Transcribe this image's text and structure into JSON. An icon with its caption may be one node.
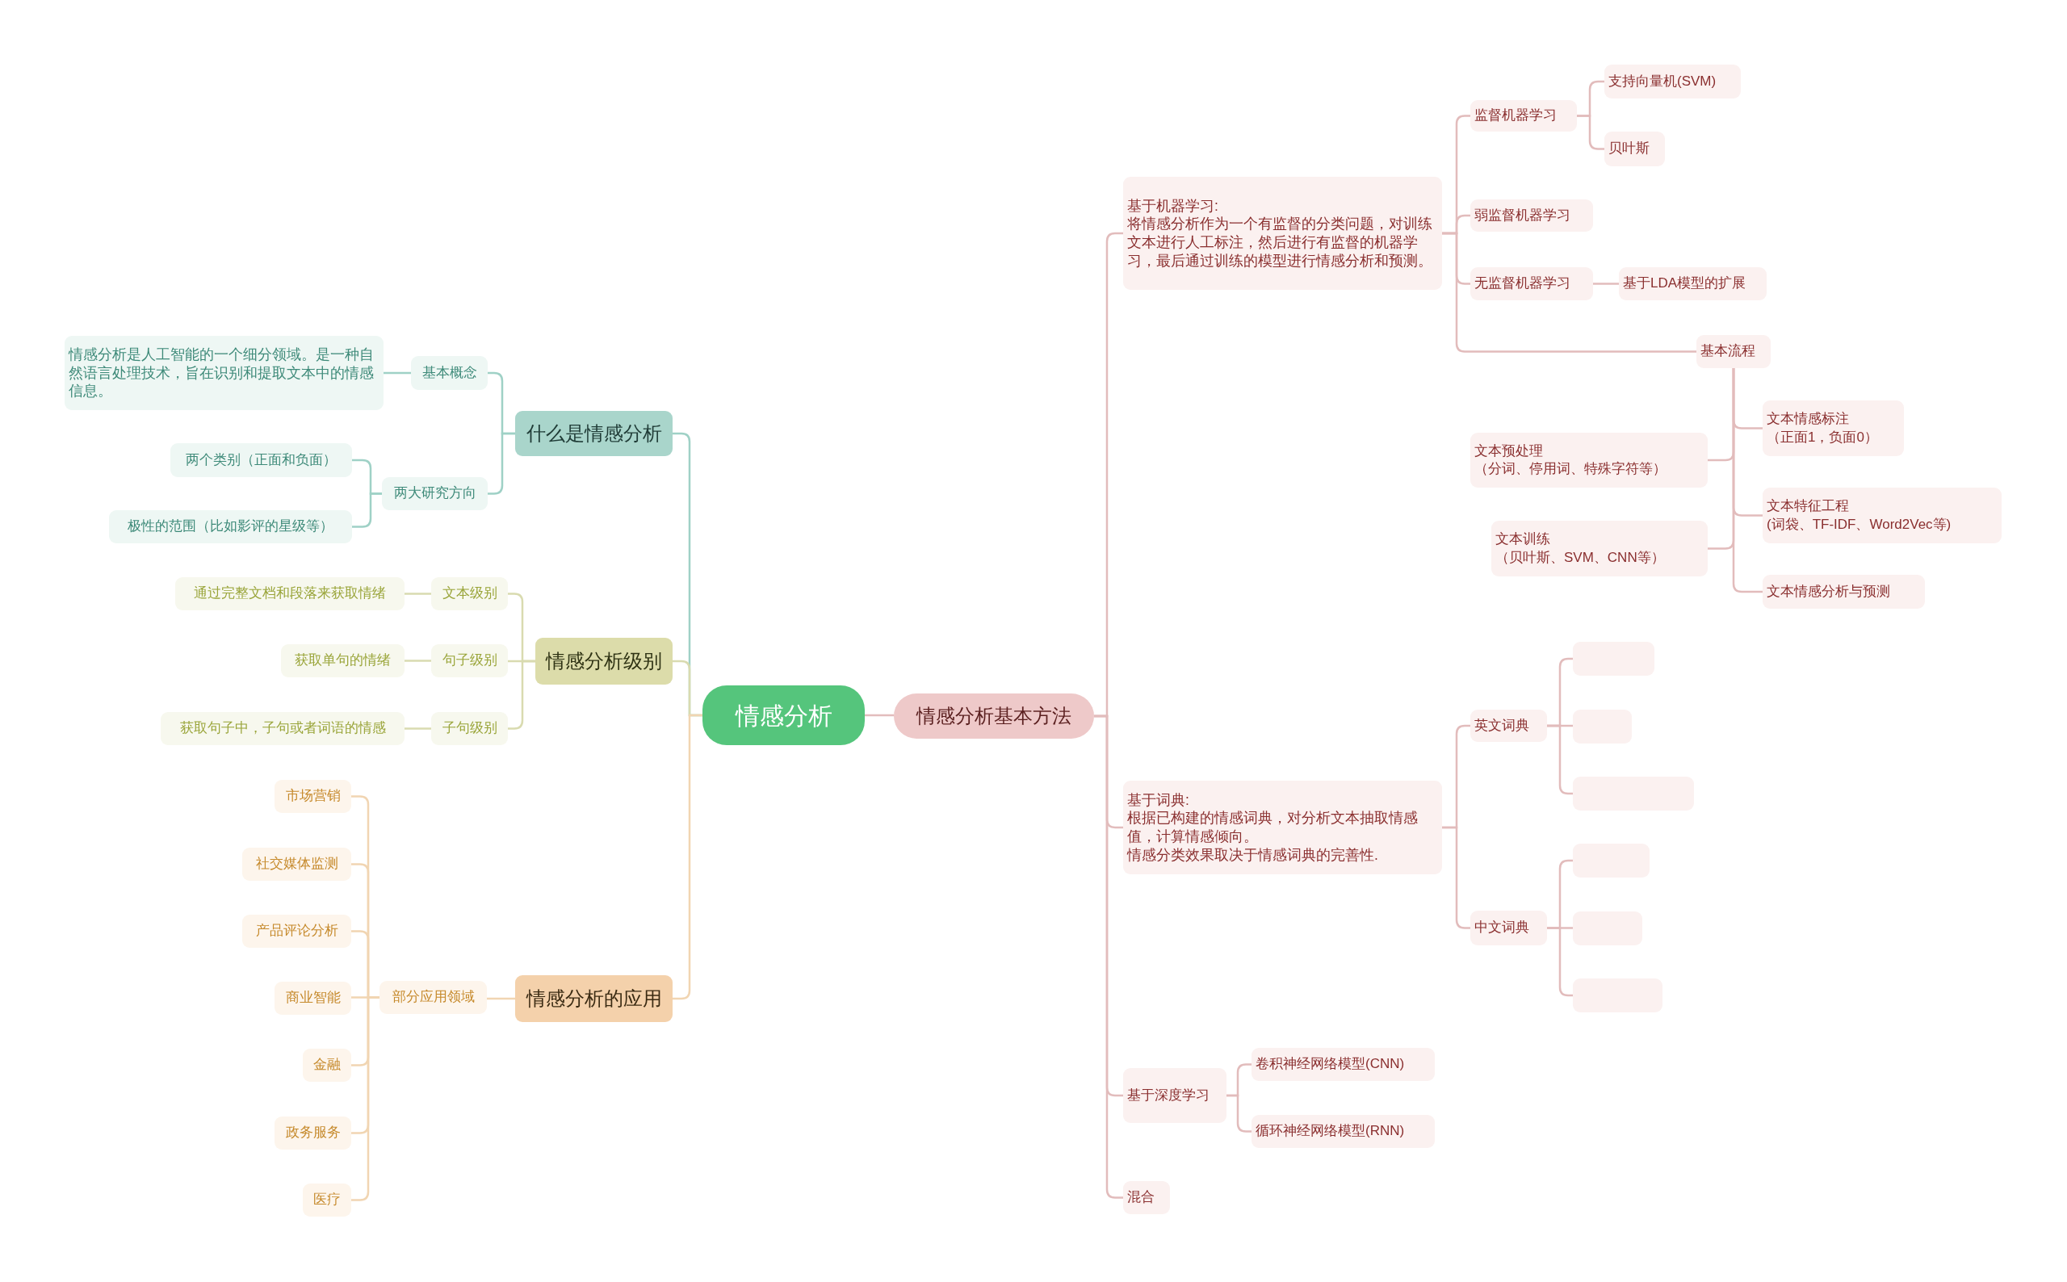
{
  "diagram": {
    "nodes": [
      {
        "text": [
          "情感分析"
        ]
      },
      {
        "text": [
          "什么是情感分析"
        ]
      },
      {
        "text": [
          "基本概念"
        ]
      },
      {
        "text": [
          "情感分析是人工智能的一个细分领域。是一种自然语言处理技术，旨在识别和提取文本中的情感信息。"
        ]
      },
      {
        "text": [
          "两大研究方向"
        ]
      },
      {
        "text": [
          "两个类别（正面和负面）"
        ]
      },
      {
        "text": [
          "极性的范围（比如影评的星级等）"
        ]
      },
      {
        "text": [
          "情感分析级别"
        ]
      },
      {
        "text": [
          "文本级别"
        ]
      },
      {
        "text": [
          "通过完整文档和段落来获取情绪"
        ]
      },
      {
        "text": [
          "句子级别"
        ]
      },
      {
        "text": [
          "获取单句的情绪"
        ]
      },
      {
        "text": [
          "子句级别"
        ]
      },
      {
        "text": [
          "获取句子中，子句或者词语的情感"
        ]
      },
      {
        "text": [
          "情感分析的应用"
        ]
      },
      {
        "text": [
          "部分应用领域"
        ]
      },
      {
        "text": [
          "市场营销"
        ]
      },
      {
        "text": [
          "社交媒体监测"
        ]
      },
      {
        "text": [
          "产品评论分析"
        ]
      },
      {
        "text": [
          "商业智能"
        ]
      },
      {
        "text": [
          "金融"
        ]
      },
      {
        "text": [
          "政务服务"
        ]
      },
      {
        "text": [
          "医疗"
        ]
      },
      {
        "text": [
          "情感分析基本方法"
        ]
      },
      {
        "text": [
          "基于机器学习:",
          "将情感分析作为一个有监督的分类问题，对训练文本进行人工标注，然后进行有监督的机器学习，最后通过训练的模型进行情感分析和预测。"
        ]
      },
      {
        "text": [
          "监督机器学习"
        ]
      },
      {
        "text": [
          "支持向量机(SVM)"
        ]
      },
      {
        "text": [
          "贝叶斯"
        ]
      },
      {
        "text": [
          "弱监督机器学习"
        ]
      },
      {
        "text": [
          "无监督机器学习"
        ]
      },
      {
        "text": [
          "基于LDA模型的扩展"
        ]
      },
      {
        "text": [
          "基本流程"
        ]
      },
      {
        "text": [
          "文本预处理",
          "（分词、停用词、特殊字符等）"
        ]
      },
      {
        "text": [
          "文本训练",
          "（贝叶斯、SVM、CNN等）"
        ]
      },
      {
        "text": [
          "文本情感标注",
          "（正面1，负面0）"
        ]
      },
      {
        "text": [
          "文本特征工程",
          "(词袋、TF-IDF、Word2Vec等)"
        ]
      },
      {
        "text": [
          "文本情感分析与预测"
        ]
      },
      {
        "text": [
          "基于词典:",
          "根据已构建的情感词典，对分析文本抽取情感值，计算情感倾向。",
          "情感分类效果取决于情感词典的完善性."
        ]
      },
      {
        "text": [
          "英文词典"
        ]
      },
      {
        "text": [],
        "shape": "box"
      },
      {
        "text": [],
        "shape": "box"
      },
      {
        "text": [],
        "shape": "box"
      },
      {
        "text": [
          "中文词典"
        ]
      },
      {
        "text": [],
        "shape": "box"
      },
      {
        "text": [],
        "shape": "box"
      },
      {
        "text": [],
        "shape": "box"
      },
      {
        "text": [
          "基于深度学习"
        ]
      },
      {
        "text": [
          "卷积神经网络模型(CNN)"
        ]
      },
      {
        "text": [
          "循环神经网络模型(RNN)"
        ]
      },
      {
        "text": [
          "混合"
        ]
      }
    ],
    "edges": [
      {
        "from": 0,
        "to": 1,
        "arrow": "none",
        "color": "#9fd1c6"
      },
      {
        "from": 1,
        "to": 2,
        "arrow": "none",
        "color": "#9fd1c6"
      },
      {
        "from": 2,
        "to": 3,
        "arrow": "none",
        "color": "#9fd1c6"
      },
      {
        "from": 1,
        "to": 4,
        "arrow": "none",
        "color": "#9fd1c6"
      },
      {
        "from": 4,
        "to": 5,
        "arrow": "none",
        "color": "#9fd1c6"
      },
      {
        "from": 4,
        "to": 6,
        "arrow": "none",
        "color": "#9fd1c6"
      },
      {
        "from": 0,
        "to": 7,
        "arrow": "none",
        "color": "#d9dbb0"
      },
      {
        "from": 7,
        "to": 8,
        "arrow": "none",
        "color": "#d9dbb0"
      },
      {
        "from": 8,
        "to": 9,
        "arrow": "none",
        "color": "#d9dbb0"
      },
      {
        "from": 7,
        "to": 10,
        "arrow": "none",
        "color": "#d9dbb0"
      },
      {
        "from": 10,
        "to": 11,
        "arrow": "none",
        "color": "#d9dbb0"
      },
      {
        "from": 7,
        "to": 12,
        "arrow": "none",
        "color": "#d9dbb0"
      },
      {
        "from": 12,
        "to": 13,
        "arrow": "none",
        "color": "#d9dbb0"
      },
      {
        "from": 0,
        "to": 14,
        "arrow": "none",
        "color": "#f1d5b2"
      },
      {
        "from": 14,
        "to": 15,
        "arrow": "none",
        "color": "#f1d5b2"
      },
      {
        "from": 15,
        "to": 16,
        "arrow": "none",
        "color": "#f1d5b2"
      },
      {
        "from": 15,
        "to": 17,
        "arrow": "none",
        "color": "#f1d5b2"
      },
      {
        "from": 15,
        "to": 18,
        "arrow": "none",
        "color": "#f1d5b2"
      },
      {
        "from": 15,
        "to": 19,
        "arrow": "none",
        "color": "#f1d5b2"
      },
      {
        "from": 15,
        "to": 20,
        "arrow": "none",
        "color": "#f1d5b2"
      },
      {
        "from": 15,
        "to": 21,
        "arrow": "none",
        "color": "#f1d5b2"
      },
      {
        "from": 15,
        "to": 22,
        "arrow": "none",
        "color": "#f1d5b2"
      },
      {
        "from": 0,
        "to": 23,
        "arrow": "none"
      },
      {
        "from": 23,
        "to": 24,
        "arrow": "none"
      },
      {
        "from": 24,
        "to": 25,
        "arrow": "none"
      },
      {
        "from": 25,
        "to": 26,
        "arrow": "none"
      },
      {
        "from": 25,
        "to": 27,
        "arrow": "none"
      },
      {
        "from": 24,
        "to": 28,
        "arrow": "none"
      },
      {
        "from": 24,
        "to": 29,
        "arrow": "none"
      },
      {
        "from": 29,
        "to": 30,
        "arrow": "none"
      },
      {
        "from": 24,
        "to": 31,
        "arrow": "none"
      },
      {
        "from": 31,
        "to": 32,
        "arrow": "none"
      },
      {
        "from": 31,
        "to": 33,
        "arrow": "none"
      },
      {
        "from": 31,
        "to": 34,
        "arrow": "none"
      },
      {
        "from": 31,
        "to": 35,
        "arrow": "none"
      },
      {
        "from": 31,
        "to": 36,
        "arrow": "none"
      },
      {
        "from": 23,
        "to": 37,
        "arrow": "none"
      },
      {
        "from": 37,
        "to": 38,
        "arrow": "none"
      },
      {
        "from": 38,
        "to": 39,
        "arrow": "none"
      },
      {
        "from": 38,
        "to": 40,
        "arrow": "none"
      },
      {
        "from": 38,
        "to": 41,
        "arrow": "none"
      },
      {
        "from": 37,
        "to": 42,
        "arrow": "none"
      },
      {
        "from": 42,
        "to": 43,
        "arrow": "none"
      },
      {
        "from": 42,
        "to": 44,
        "arrow": "none"
      },
      {
        "from": 42,
        "to": 45,
        "arrow": "none"
      },
      {
        "from": 23,
        "to": 46,
        "arrow": "none"
      },
      {
        "from": 46,
        "to": 47,
        "arrow": "none"
      },
      {
        "from": 46,
        "to": 48,
        "arrow": "none"
      },
      {
        "from": 23,
        "to": 49,
        "arrow": "none"
      }
    ]
  }
}
